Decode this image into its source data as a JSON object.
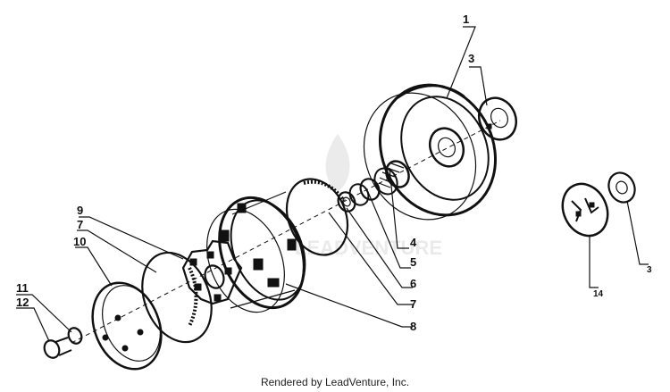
{
  "diagram": {
    "callouts": [
      {
        "number": "1"
      },
      {
        "number": "3"
      },
      {
        "number": "4"
      },
      {
        "number": "5"
      },
      {
        "number": "6"
      },
      {
        "number": "7"
      },
      {
        "number": "8"
      },
      {
        "number": "9"
      },
      {
        "number": "7"
      },
      {
        "number": "10"
      },
      {
        "number": "11"
      },
      {
        "number": "12"
      },
      {
        "number": "14"
      },
      {
        "number": "3"
      }
    ]
  },
  "footer": {
    "credit": "Rendered by LeadVenture, Inc."
  }
}
